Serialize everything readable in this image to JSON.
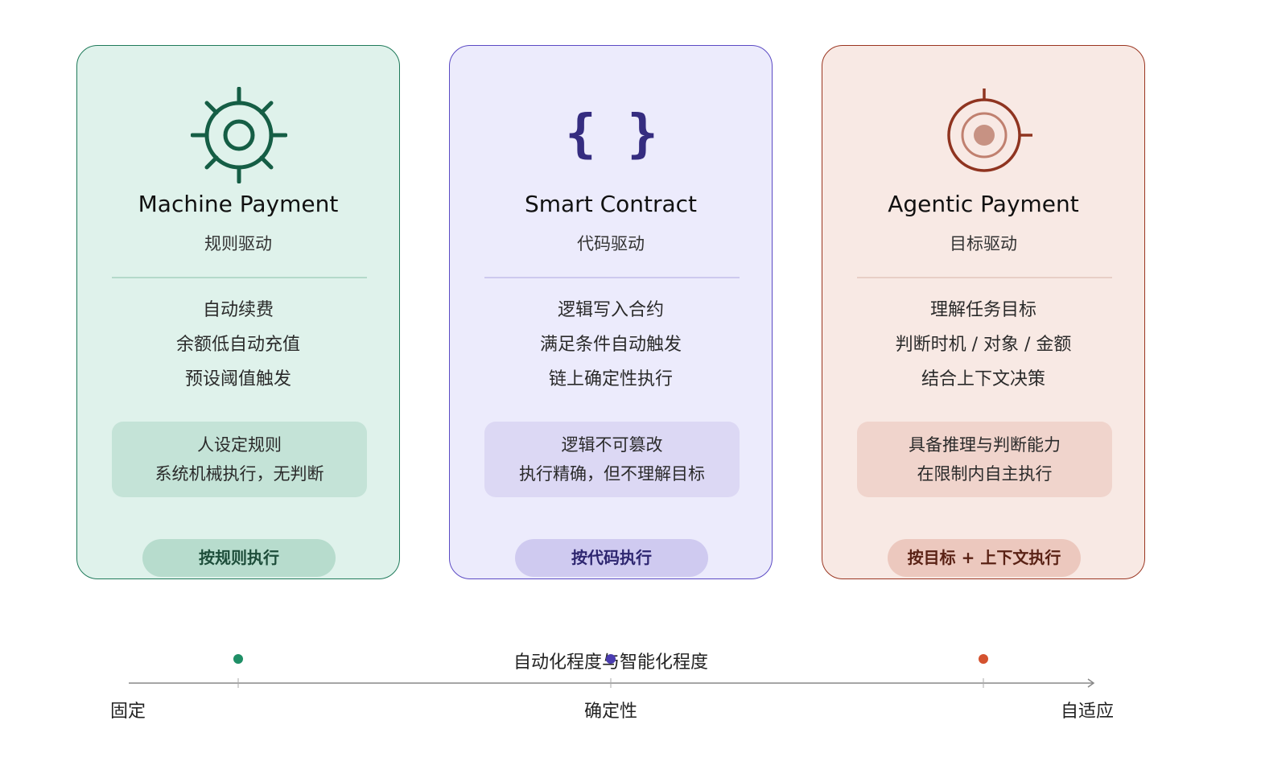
{
  "cards": [
    {
      "title": "Machine Payment",
      "subtitle": "规则驱动",
      "items": [
        "自动续费",
        "余额低自动充值",
        "预设阈值触发"
      ],
      "note": [
        "人设定规则",
        "系统机械执行，无判断"
      ],
      "pill": "按规则执行",
      "icon": "gear-icon",
      "color": "#155e45"
    },
    {
      "title": "Smart Contract",
      "subtitle": "代码驱动",
      "items": [
        "逻辑写入合约",
        "满足条件自动触发",
        "链上确定性执行"
      ],
      "note": [
        "逻辑不可篡改",
        "执行精确，但不理解目标"
      ],
      "pill": "按代码执行",
      "icon": "code-braces-icon",
      "color": "#352c80"
    },
    {
      "title": "Agentic Payment",
      "subtitle": "目标驱动",
      "items": [
        "理解任务目标",
        "判断时机 / 对象 / 金额",
        "结合上下文决策"
      ],
      "note": [
        "具备推理与判断能力",
        "在限制内自主执行"
      ],
      "pill": "按目标 + 上下文执行",
      "icon": "target-icon",
      "color": "#8f3420"
    }
  ],
  "axis": {
    "title": "自动化程度与智能化程度",
    "left_label": "固定",
    "mid_label": "确定性",
    "right_label": "自适应",
    "dot_colors": [
      "#1f8f66",
      "#4a3cb0",
      "#d4522f"
    ]
  }
}
